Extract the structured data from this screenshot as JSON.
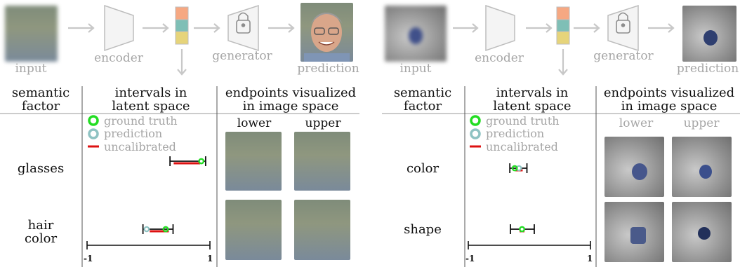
{
  "panels": [
    {
      "pipeline": {
        "input": "input",
        "encoder": "encoder",
        "generator": "generator",
        "prediction": "prediction"
      },
      "header": {
        "col1": [
          "semantic",
          "factor"
        ],
        "col2": [
          "intervals in",
          "latent space"
        ],
        "col3": [
          "endpoints visualized",
          "in image space"
        ]
      },
      "legend": {
        "gt": "ground truth",
        "pred": "prediction",
        "uncal": "uncalibrated"
      },
      "endpoints": {
        "lower": "lower",
        "upper": "upper"
      },
      "factors": [
        {
          "label": [
            "glasses"
          ],
          "interval": [
            0.35,
            0.93
          ],
          "ground_truth": 0.86,
          "prediction": 0.86,
          "uncalibrated": [
            0.41,
            0.84
          ]
        },
        {
          "label": [
            "hair",
            "color"
          ],
          "interval": [
            -0.09,
            0.4
          ],
          "ground_truth": 0.28,
          "prediction": -0.03,
          "uncalibrated": [
            0.02,
            0.33
          ]
        }
      ],
      "axis": {
        "min": "-1",
        "max": "1"
      }
    },
    {
      "pipeline": {
        "input": "input",
        "encoder": "encoder",
        "generator": "generator",
        "prediction": "prediction"
      },
      "header": {
        "col1": [
          "semantic",
          "factor"
        ],
        "col2": [
          "intervals in",
          "latent space"
        ],
        "col3": [
          "endpoints visualized",
          "in image space"
        ]
      },
      "legend": {
        "gt": "ground truth",
        "pred": "prediction",
        "uncal": "uncalibrated"
      },
      "endpoints": {
        "lower": "lower",
        "upper": "upper"
      },
      "factors": [
        {
          "label": [
            "color"
          ],
          "interval": [
            -0.32,
            -0.04
          ],
          "ground_truth": -0.24,
          "prediction": -0.17,
          "uncalibrated": [
            -0.23,
            -0.11
          ]
        },
        {
          "label": [
            "shape"
          ],
          "interval": [
            -0.31,
            0.08
          ],
          "ground_truth": -0.12,
          "prediction": -0.12,
          "uncalibrated": [
            -0.16,
            -0.08
          ]
        }
      ],
      "axis": {
        "min": "-1",
        "max": "1"
      }
    }
  ],
  "colors": {
    "ground_truth": "#22dd22",
    "prediction": "#8fc3c3",
    "uncalibrated": "#dd1111",
    "arrow": "#c8c8c8",
    "latent_top": "#f6a882",
    "latent_mid": "#7fbfb6",
    "latent_bot": "#e6d47a"
  }
}
